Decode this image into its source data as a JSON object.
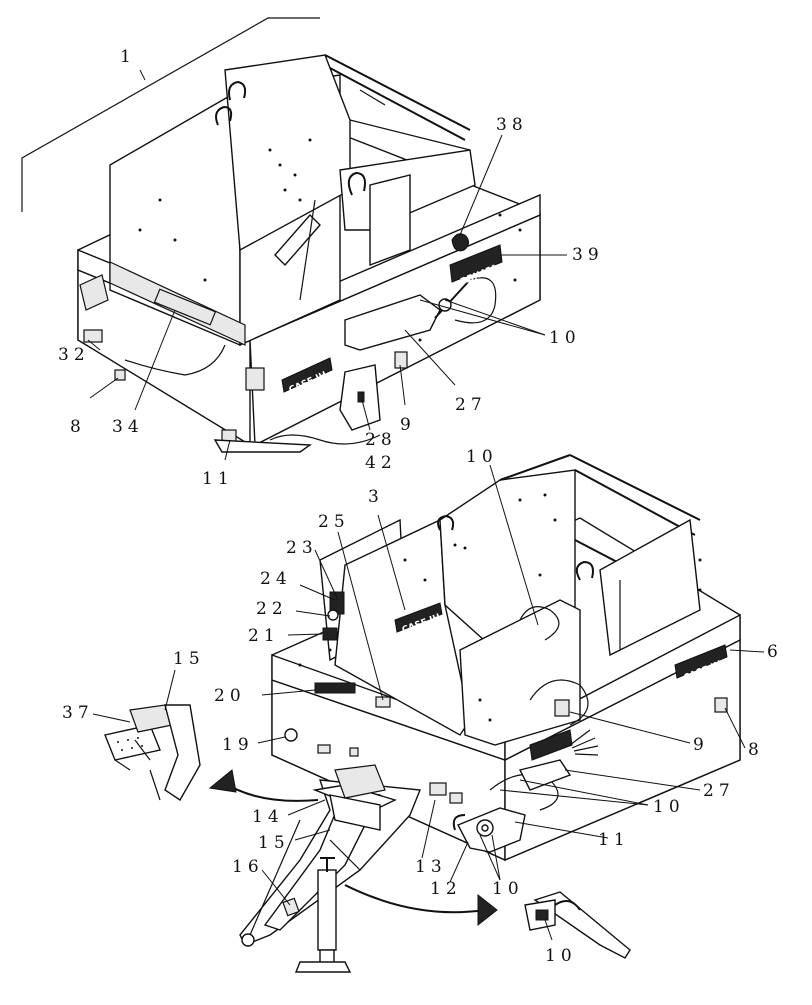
{
  "labels_top": {
    "l1": "1",
    "l38": "38",
    "l39": "39",
    "l10": "10",
    "l32": "32",
    "l27": "27",
    "l8": "8",
    "l34": "34",
    "l9": "9",
    "l28": "28",
    "l42": "42",
    "l11": "11"
  },
  "labels_bottom": {
    "l10a": "10",
    "l3": "3",
    "l25": "25",
    "l23": "23",
    "l24": "24",
    "l22": "22",
    "l21": "21",
    "l15a": "15",
    "l6": "6",
    "l20": "20",
    "l37": "37",
    "l19": "19",
    "l8": "8",
    "l9": "9",
    "l27": "27",
    "l14": "14",
    "l10b": "10",
    "l15b": "15",
    "l11": "11",
    "l13": "13",
    "l16": "16",
    "l12": "12",
    "l10c": "10",
    "l10d": "10"
  },
  "decals": {
    "brand": "CASE IH",
    "model": "RBX451"
  }
}
